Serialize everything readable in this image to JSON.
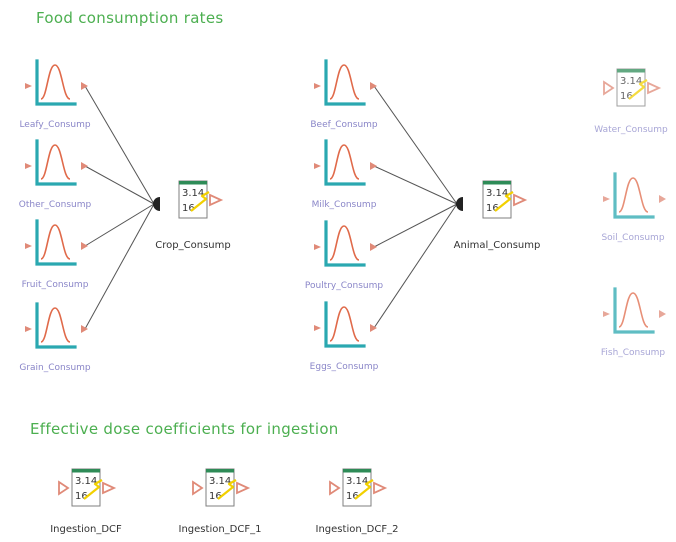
{
  "sections": {
    "food": "Food consumption rates",
    "dose": "Effective dose coefficients for ingestion"
  },
  "data_icon": {
    "value_line1": "3.14",
    "value_line2": "16"
  },
  "colors": {
    "title_green": "#4caf50",
    "axis_teal": "#2aa8b0",
    "curve": "#e06a4a",
    "port": "#e08a78",
    "data_header": "#2e8b57",
    "wire": "#555555",
    "label_stochastic": "#8a86c8",
    "label_data": "#333333"
  },
  "nodes": {
    "leafy": {
      "label": "Leafy_Consump",
      "icon": "distribution-icon"
    },
    "other": {
      "label": "Other_Consump",
      "icon": "distribution-icon"
    },
    "fruit": {
      "label": "Fruit_Consump",
      "icon": "distribution-icon"
    },
    "grain": {
      "label": "Grain_Consump",
      "icon": "distribution-icon"
    },
    "crop": {
      "label": "Crop_Consump",
      "icon": "data-element-icon"
    },
    "beef": {
      "label": "Beef_Consump",
      "icon": "distribution-icon"
    },
    "milk": {
      "label": "Milk_Consump",
      "icon": "distribution-icon"
    },
    "poultry": {
      "label": "Poultry_Consump",
      "icon": "distribution-icon"
    },
    "eggs": {
      "label": "Eggs_Consump",
      "icon": "distribution-icon"
    },
    "animal": {
      "label": "Animal_Consump",
      "icon": "data-element-icon"
    },
    "water": {
      "label": "Water_Consump",
      "icon": "data-element-icon"
    },
    "soil": {
      "label": "Soil_Consump",
      "icon": "distribution-icon"
    },
    "fish": {
      "label": "Fish_Consump",
      "icon": "distribution-icon"
    },
    "dcf0": {
      "label": "Ingestion_DCF",
      "icon": "data-element-icon"
    },
    "dcf1": {
      "label": "Ingestion_DCF_1",
      "icon": "data-element-icon"
    },
    "dcf2": {
      "label": "Ingestion_DCF_2",
      "icon": "data-element-icon"
    }
  }
}
